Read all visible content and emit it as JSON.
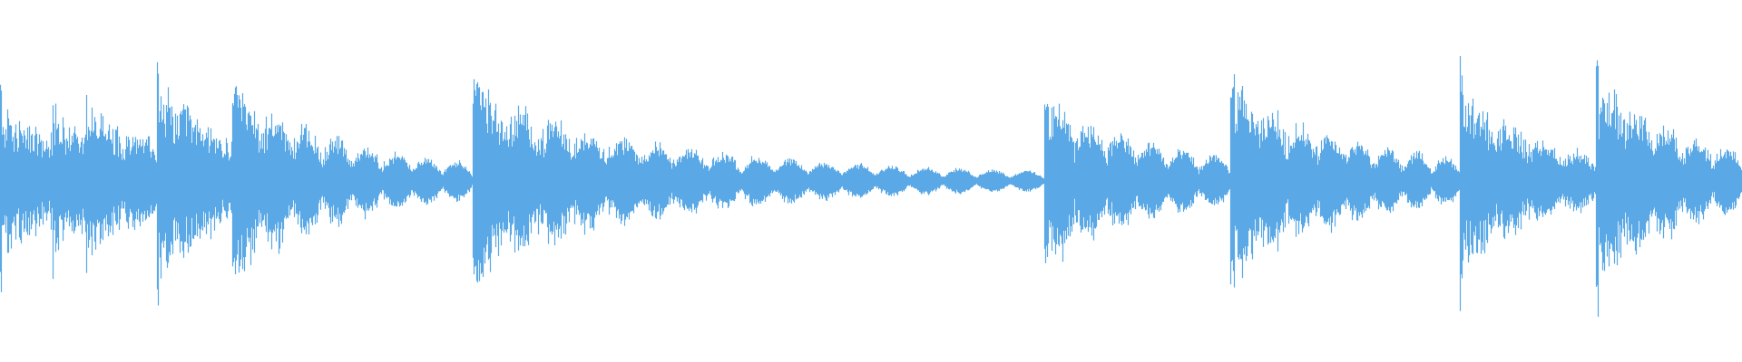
{
  "waveform": {
    "color": "#5aa9e6",
    "background": "#ffffff",
    "amplitude_scale": 1.0,
    "segments": [
      {
        "start": 0.0,
        "end": 0.03,
        "peak": 0.55,
        "decay": 0.5,
        "ripple": 0.0,
        "ripple_cycles": 0
      },
      {
        "start": 0.03,
        "end": 0.049,
        "peak": 0.58,
        "decay": 0.4,
        "ripple": 0.0,
        "ripple_cycles": 0
      },
      {
        "start": 0.049,
        "end": 0.09,
        "peak": 0.5,
        "decay": 0.8,
        "ripple": 0.08,
        "ripple_cycles": 2
      },
      {
        "start": 0.09,
        "end": 0.133,
        "peak": 0.72,
        "decay": 1.0,
        "ripple": 0.05,
        "ripple_cycles": 1
      },
      {
        "start": 0.133,
        "end": 0.271,
        "peak": 0.52,
        "decay": 2.6,
        "ripple": 0.16,
        "ripple_cycles": 8
      },
      {
        "start": 0.271,
        "end": 0.599,
        "peak": 0.52,
        "decay": 3.8,
        "ripple": 0.14,
        "ripple_cycles": 17
      },
      {
        "start": 0.599,
        "end": 0.706,
        "peak": 0.44,
        "decay": 2.0,
        "ripple": 0.16,
        "ripple_cycles": 6
      },
      {
        "start": 0.706,
        "end": 0.838,
        "peak": 0.52,
        "decay": 2.2,
        "ripple": 0.16,
        "ripple_cycles": 8
      },
      {
        "start": 0.838,
        "end": 0.916,
        "peak": 0.6,
        "decay": 1.8,
        "ripple": 0.12,
        "ripple_cycles": 4
      },
      {
        "start": 0.916,
        "end": 1.0,
        "peak": 0.64,
        "decay": 1.8,
        "ripple": 0.15,
        "ripple_cycles": 5
      }
    ]
  }
}
